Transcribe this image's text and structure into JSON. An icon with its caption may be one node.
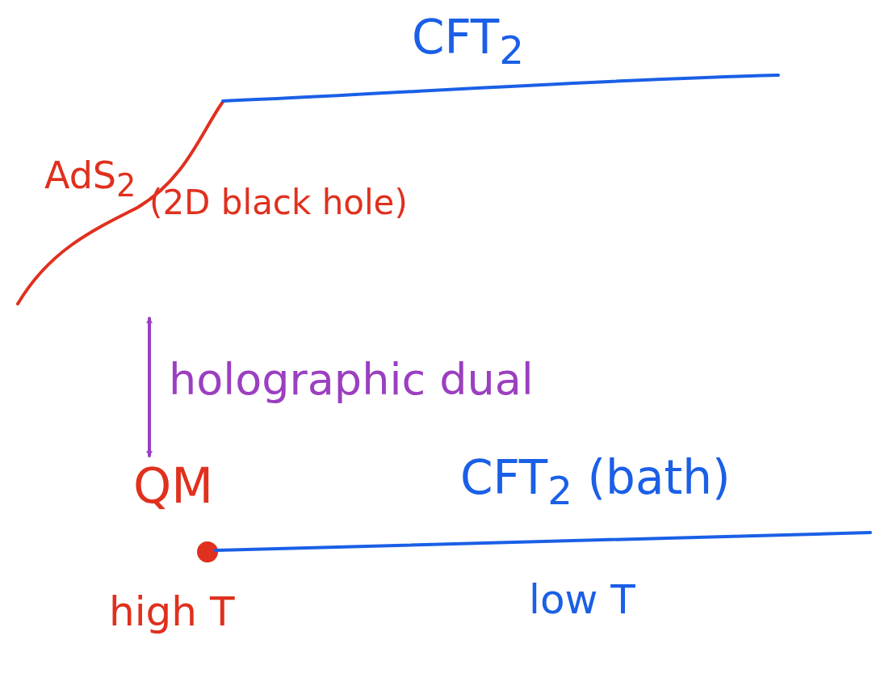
{
  "diagram": {
    "nodes": [
      {
        "text": [
          "AdS$_{2}$",
          "(2D black hole)"
        ]
      },
      {
        "text": [
          "CFT$_{2}$"
        ]
      },
      {
        "text": [
          "QM"
        ],
        "beside": [
          "high T"
        ]
      },
      {
        "text": [
          "CFT$_{2}$ (bath)"
        ],
        "beside": [
          "low T"
        ]
      }
    ],
    "edges": [
      {
        "from": 0,
        "to": 2,
        "arrow": "both",
        "label": "holographic dual"
      }
    ]
  }
}
